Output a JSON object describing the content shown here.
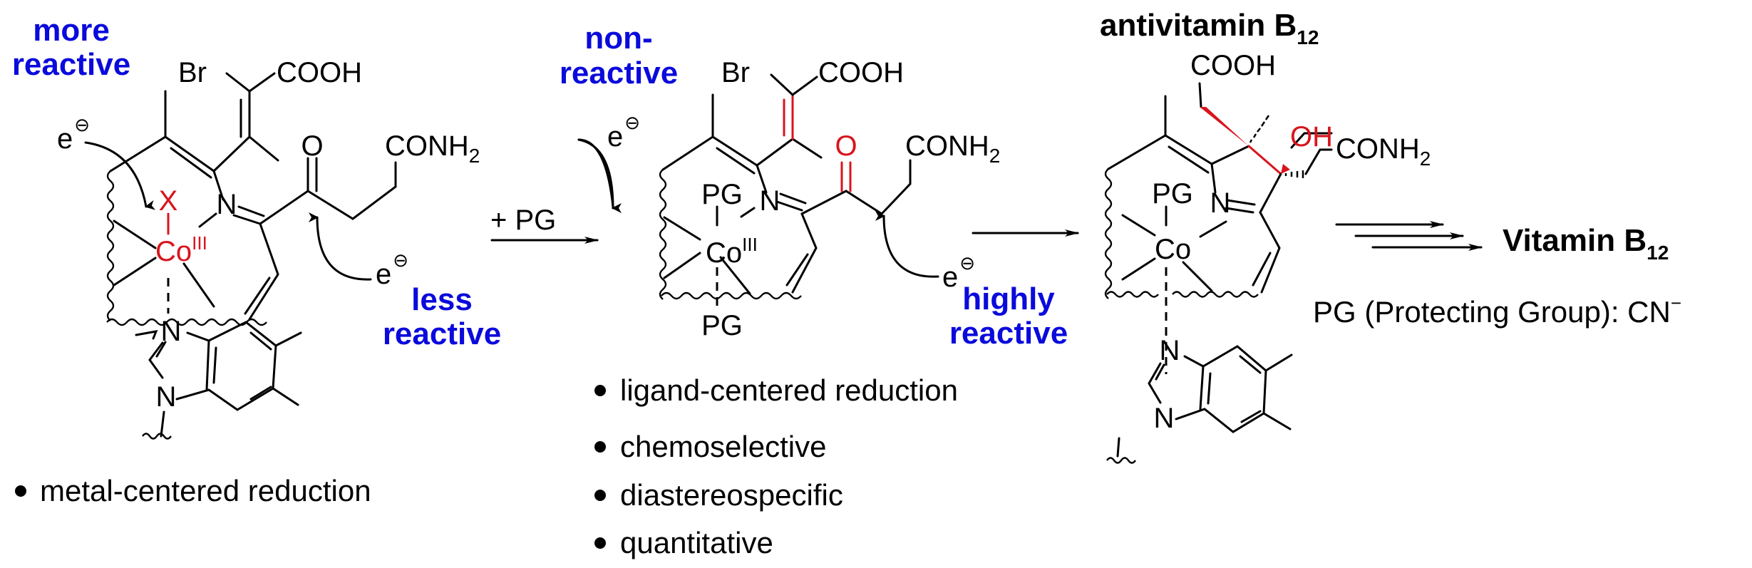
{
  "colors": {
    "highlight_red": "#d8141c",
    "label_blue": "#0a0adc",
    "ink": "#000000"
  },
  "structure_1": {
    "label_top": [
      "more",
      "reactive"
    ],
    "label_bottom": [
      "less",
      "reactive"
    ],
    "electron": "e",
    "electron_charge": "⊖",
    "axial_ligand": "X",
    "metal": "Co",
    "oxidation_state": "III",
    "substituents": {
      "br": "Br",
      "cooh": "COOH",
      "carbonyl_o": "O",
      "amide": "CONH",
      "amide_sub": "2",
      "imine_n": "N",
      "benzimidazole_n1": "N",
      "benzimidazole_n2": "N"
    },
    "bullets": [
      "metal-centered reduction"
    ]
  },
  "arrow_1": {
    "reagent": "+ PG"
  },
  "structure_2": {
    "label_top": [
      "non-",
      "reactive"
    ],
    "label_bottom": [
      "highly",
      "reactive"
    ],
    "electron": "e",
    "electron_charge": "⊖",
    "axial_ligand_top": "PG",
    "axial_ligand_bottom": "PG",
    "metal": "Co",
    "oxidation_state": "III",
    "substituents": {
      "br": "Br",
      "cooh": "COOH",
      "carbonyl_o": "O",
      "amide": "CONH",
      "amide_sub": "2",
      "imine_n": "N"
    },
    "bullets": [
      "ligand-centered reduction",
      "chemoselective",
      "diastereospecific",
      "quantitative"
    ]
  },
  "structure_3": {
    "title": "antivitamin B",
    "title_sub": "12",
    "axial_ligand": "PG",
    "metal": "Co",
    "substituents": {
      "cooh": "COOH",
      "hydroxyl": "OH",
      "amide": "CONH",
      "amide_sub": "2",
      "imine_n": "N",
      "benzimidazole_n1": "N",
      "benzimidazole_n2": "N"
    }
  },
  "final_product": {
    "label": "Vitamin B",
    "label_sub": "12"
  },
  "footnote": {
    "text": "PG (Protecting Group): CN",
    "superscript": "−"
  }
}
